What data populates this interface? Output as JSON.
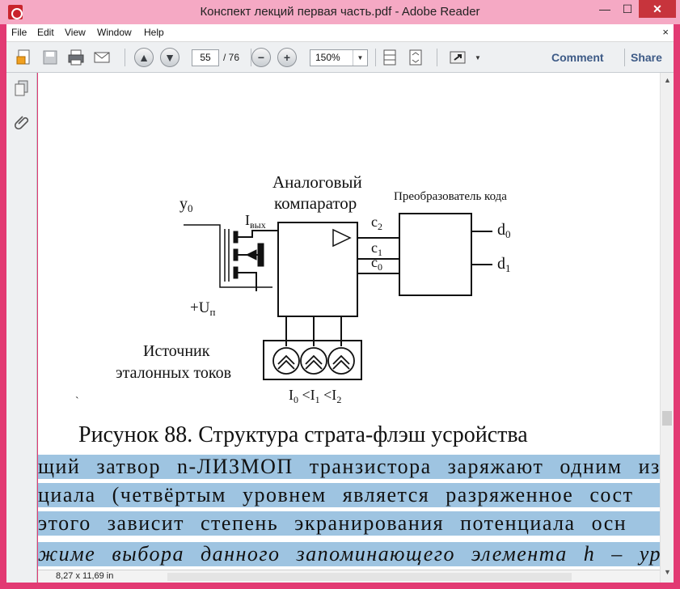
{
  "window": {
    "title": "Конспект лекций первая часть.pdf - Adobe Reader",
    "min_glyph": "—",
    "max_glyph": "☐",
    "close_glyph": "✕"
  },
  "menu": {
    "items": [
      "File",
      "Edit",
      "View",
      "Window",
      "Help"
    ],
    "close_glyph": "×"
  },
  "toolbar": {
    "page_current": "55",
    "page_total": "/ 76",
    "zoom": "150%",
    "comment_label": "Comment",
    "share_label": "Share",
    "prev_glyph": "▲",
    "next_glyph": "▼",
    "zoom_out_glyph": "−",
    "zoom_in_glyph": "+",
    "dropdown_glyph": "▼",
    "accent_color": "#3d5a86"
  },
  "document": {
    "diagram": {
      "label_y0": "y",
      "label_y0_sub": "0",
      "label_ivyh": "I",
      "label_ivyh_sub": "вых",
      "label_comparator_line1": "Аналоговый",
      "label_comparator_line2": "компаратор",
      "label_converter": "Преобразователь кода",
      "label_c2": "c",
      "label_c2_sub": "2",
      "label_c1": "c",
      "label_c1_sub": "1",
      "label_c0": "c",
      "label_c0_sub": "0",
      "label_d0": "d",
      "label_d0_sub": "0",
      "label_d1": "d",
      "label_d1_sub": "1",
      "label_up": "+U",
      "label_up_sub": "п",
      "label_source_line1": "Источник",
      "label_source_line2": "эталонных токов",
      "label_i0": "I",
      "label_i0_sub": "0",
      "label_lt1": " <I",
      "label_i1_sub": "1",
      "label_lt2": " <I",
      "label_i2_sub": "2",
      "label_tick": "`"
    },
    "caption": "Рисунок 88. Структура страта-флэш усройства",
    "highlight_lines": [
      "щий затвор n-ЛИЗМОП транзистора заряжают одним из",
      "циала (четвёртым уровнем является разряженное сост",
      "этого зависит степень экранирования потенциала осн",
      "жиме выбора данного запоминающего элемента h – уров"
    ],
    "highlight_color": "#9ec4e1"
  },
  "status": {
    "page_size": "8,27 x 11,69 in"
  }
}
